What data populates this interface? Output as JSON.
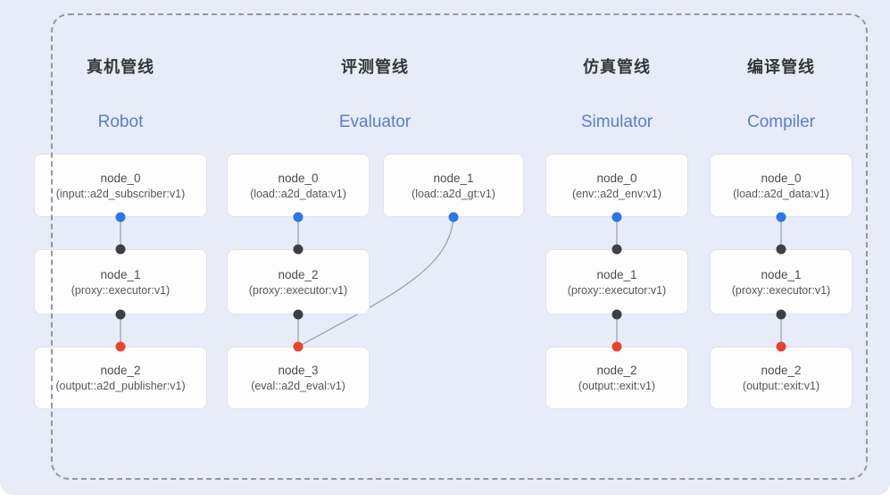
{
  "diagram": {
    "background": "#e8ecf8",
    "colors": {
      "heading_text": "#333538",
      "accent_blue": "#5b7ec8",
      "port_output_blue": "#2b77e8",
      "port_proxy_dark": "#3d4043",
      "port_input_red": "#e8432f",
      "edge_gray": "#9aa2b2",
      "frame_dash": "#9097a3"
    },
    "pipelines": [
      {
        "zh": "真机管线",
        "en": "Robot",
        "nodes": [
          {
            "name": "node_0",
            "type": "(input::a2d_subscriber:v1)"
          },
          {
            "name": "node_1",
            "type": "(proxy::executor:v1)"
          },
          {
            "name": "node_2",
            "type": "(output::a2d_publisher:v1)"
          }
        ],
        "edges": [
          "node_0->node_1",
          "node_1->node_2"
        ]
      },
      {
        "zh": "评测管线",
        "en": "Evaluator",
        "nodes": [
          {
            "name": "node_0",
            "type": "(load::a2d_data:v1)"
          },
          {
            "name": "node_1",
            "type": "(load::a2d_gt:v1)"
          },
          {
            "name": "node_2",
            "type": "(proxy::executor:v1)"
          },
          {
            "name": "node_3",
            "type": "(eval::a2d_eval:v1)"
          }
        ],
        "edges": [
          "node_0->node_2",
          "node_2->node_3",
          "node_1->node_3"
        ]
      },
      {
        "zh": "仿真管线",
        "en": "Simulator",
        "nodes": [
          {
            "name": "node_0",
            "type": "(env::a2d_env:v1)"
          },
          {
            "name": "node_1",
            "type": "(proxy::executor:v1)"
          },
          {
            "name": "node_2",
            "type": "(output::exit:v1)"
          }
        ],
        "edges": [
          "node_0->node_1",
          "node_1->node_2"
        ]
      },
      {
        "zh": "编译管线",
        "en": "Compiler",
        "nodes": [
          {
            "name": "node_0",
            "type": "(load::a2d_data:v1)"
          },
          {
            "name": "node_1",
            "type": "(proxy::executor:v1)"
          },
          {
            "name": "node_2",
            "type": "(output::exit:v1)"
          }
        ],
        "edges": [
          "node_0->node_1",
          "node_1->node_2"
        ]
      }
    ]
  }
}
